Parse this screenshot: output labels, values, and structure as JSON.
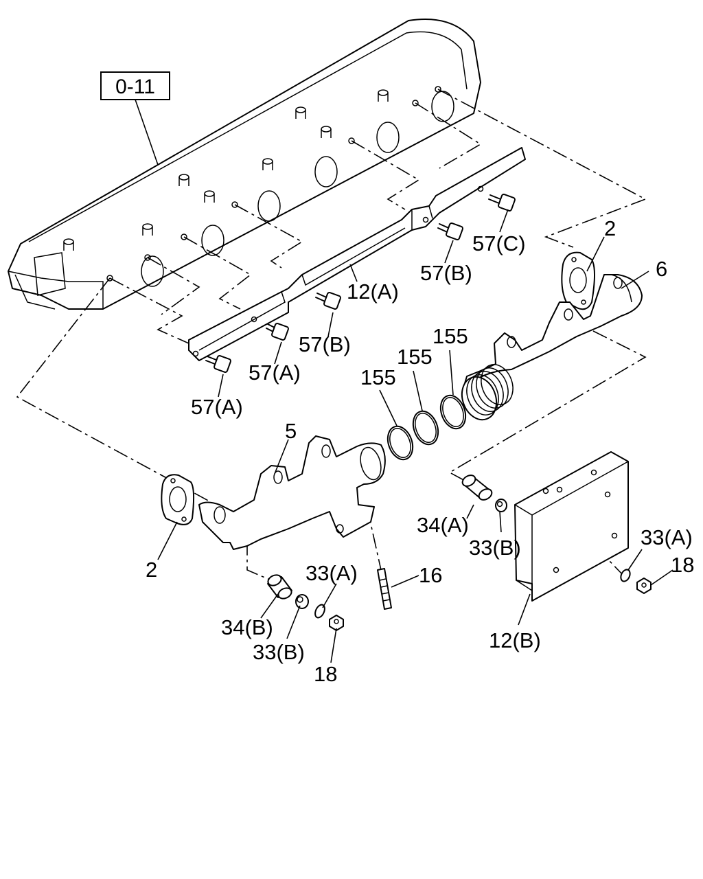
{
  "reference_box": "0-11",
  "callouts": {
    "c_2_top": "2",
    "c_6": "6",
    "c_57c": "57(C)",
    "c_57b_1": "57(B)",
    "c_12a": "12(A)",
    "c_57b_2": "57(B)",
    "c_57a_1": "57(A)",
    "c_57a_2": "57(A)",
    "c_155_1": "155",
    "c_155_2": "155",
    "c_155_3": "155",
    "c_5": "5",
    "c_2_bottom": "2",
    "c_34a": "34(A)",
    "c_33b_1": "33(B)",
    "c_33a_1": "33(A)",
    "c_18_1": "18",
    "c_33a_2": "33(A)",
    "c_16": "16",
    "c_34b": "34(B)",
    "c_33b_2": "33(B)",
    "c_18_2": "18",
    "c_12b": "12(B)"
  }
}
